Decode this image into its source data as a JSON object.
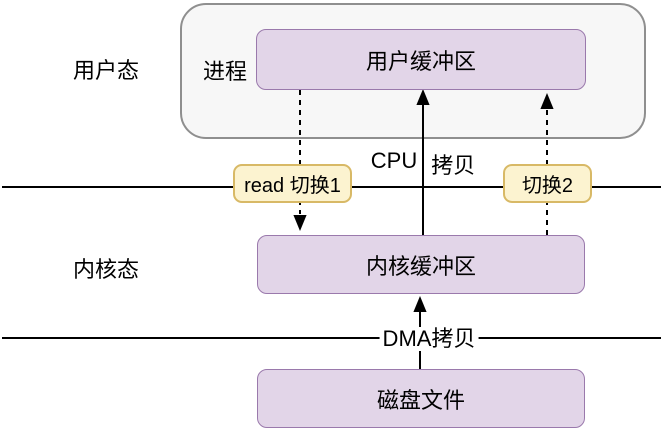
{
  "labels": {
    "user_mode": "用户态",
    "kernel_mode": "内核态",
    "process": "进程",
    "user_buffer": "用户缓冲区",
    "kernel_buffer": "内核缓冲区",
    "disk_file": "磁盘文件",
    "cpu_copy_left": "CPU",
    "cpu_copy_right": "拷贝",
    "dma_copy": "DMA拷贝",
    "read_switch": "read 切换1",
    "switch2": "切换2"
  },
  "colors": {
    "buffer_fill": "#e2d5e8",
    "buffer_border": "#9a79ac",
    "badge_fill": "#fcf3d0",
    "badge_border": "#d8b966",
    "process_fill": "#f7f7f7",
    "process_border": "#8f8f8f",
    "line": "#000000"
  }
}
